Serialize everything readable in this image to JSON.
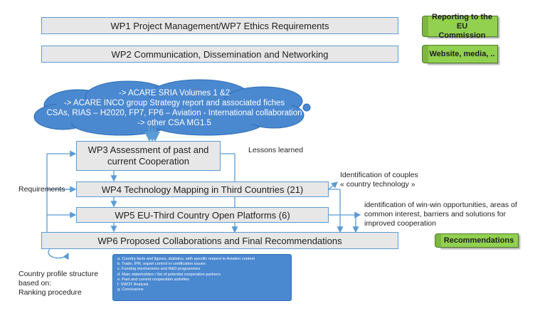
{
  "workpackages": {
    "wp1": "WP1 Project Management/WP7 Ethics Requirements",
    "wp2": "WP2 Communication, Dissemination and Networking",
    "wp3_line1": "WP3 Assessment of past and",
    "wp3_line2": "current Cooperation",
    "wp4": "WP4 Technology Mapping in Third Countries (21)",
    "wp5": "WP5 EU-Third Country Open Platforms (6)",
    "wp6": "WP6 Proposed Collaborations and Final Recommendations"
  },
  "tags": {
    "reporting_line1": "Reporting to the EU",
    "reporting_line2": "Commission",
    "website": "Website, media, ..",
    "recommendations": "Recommendations"
  },
  "cloud": {
    "line1": "-> ACARE SRIA Volumes 1 &2",
    "line2": "-> ACARE INCO group Strategy report and associated fiches",
    "line3": "CSAs, RIAS – H2020, FP7, FP6 – Aviation - International collaboration",
    "line4": "-> other CSA MG1.5"
  },
  "labels": {
    "lessons_learned": "Lessons learned",
    "couples_line1": "Identification of couples",
    "couples_line2": "« country technology »",
    "winwin_line1": "identification of win-win opportunities, areas of",
    "winwin_line2": "common interest, barriers and solutions for",
    "winwin_line3": "improved cooperation",
    "requirements": "Requirements",
    "profile_line1": "Country profile structure",
    "profile_line2": "based on:",
    "profile_line3": "Ranking procedure"
  },
  "checklist": [
    "a. Country facts and figures, statistics, with specific respect to Aviation context",
    "b. Trade, IPR, export control or certification issues",
    "c. Funding mechanisms and R&D programmes",
    "d. Main stakeholders / list of potential cooperation partners",
    "e. Past and current cooperation activities",
    "f. SWOT Analysis",
    "g. Conclusions"
  ],
  "colors": {
    "box_fill": "#e7e7e7",
    "box_border": "#5b9bd5",
    "arrow": "#5b9bd5",
    "cloud": "#4a88d0",
    "tag_green": "#92d050"
  }
}
